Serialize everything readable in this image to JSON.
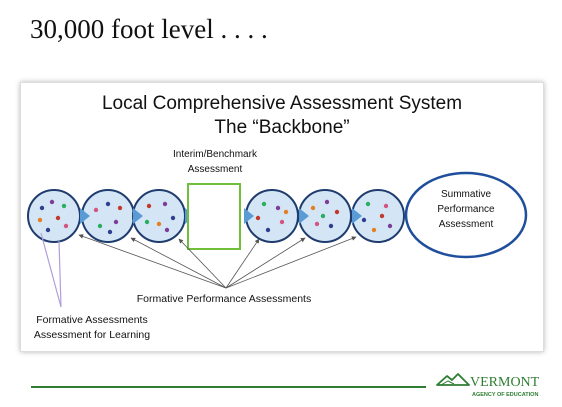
{
  "slide": {
    "heading": "30,000 foot level . . . ."
  },
  "diagram": {
    "title_line1": "Local Comprehensive Assessment System",
    "title_line2": "The “Backbone”",
    "interim_label": [
      "Interim/Benchmark",
      "Assessment"
    ],
    "summative_label": [
      "Summative",
      "Performance",
      "Assessment"
    ],
    "formative_performance_label": "Formative Performance Assessments",
    "formative_assessments_label": [
      "Formative Assessments",
      "Assessment for Learning"
    ],
    "colors": {
      "circle_fill": "#d4e6f5",
      "circle_stroke": "#1f3c6e",
      "chevron": "#5b9bd5",
      "interim_box": "#6fbf3a",
      "summative_stroke": "#1f4e9c",
      "pointer_line": "#555555",
      "formative_line": "#b39ddb",
      "dot_colors": [
        "#2e3f8f",
        "#c0392b",
        "#e67e22",
        "#27ae60",
        "#7d3c98",
        "#d35480"
      ]
    }
  },
  "logo": {
    "name": "VERMONT",
    "subtitle": "AGENCY OF EDUCATION",
    "brand_color": "#2e7d32"
  }
}
